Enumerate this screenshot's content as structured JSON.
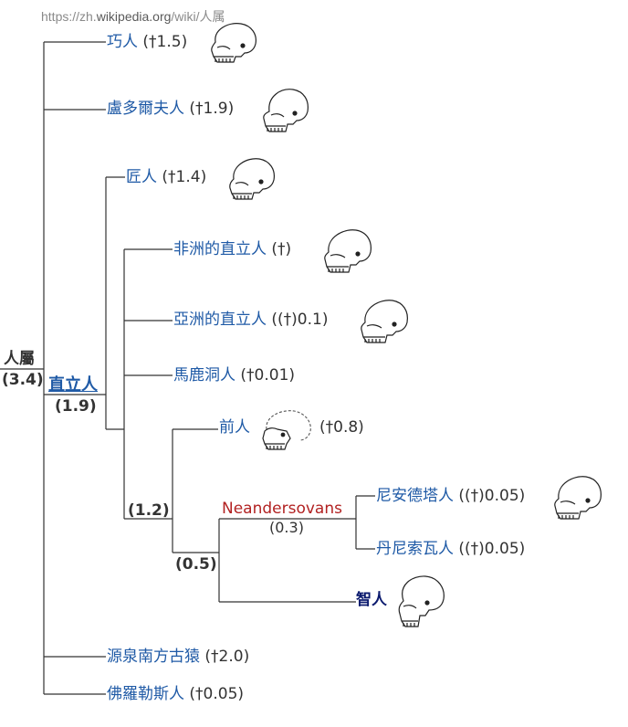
{
  "url": {
    "prefix": "https://zh.",
    "domain": "wikipedia.org",
    "path": "/wiki/人属"
  },
  "root": {
    "name": "人屬",
    "age": "(3.4)"
  },
  "clades": {
    "erectus": {
      "name": "直立人",
      "age": "(1.9)"
    },
    "c12": "(1.2)",
    "c05": "(0.5)",
    "neandersovans": {
      "name": "Neandersovans",
      "age": "(0.3)"
    }
  },
  "taxa": [
    {
      "id": "habilis",
      "name": "巧人",
      "extinct": "(†1.5)"
    },
    {
      "id": "rudolfensis",
      "name": "盧多爾夫人",
      "extinct": "(†1.9)"
    },
    {
      "id": "ergaster",
      "name": "匠人",
      "extinct": "(†1.4)"
    },
    {
      "id": "african-erectus",
      "name": "非洲的直立人",
      "extinct": "(†)"
    },
    {
      "id": "asian-erectus",
      "name": "亞洲的直立人",
      "extinct": "((†)0.1)"
    },
    {
      "id": "red-deer-cave",
      "name": "馬鹿洞人",
      "extinct": "(†0.01)"
    },
    {
      "id": "antecessor",
      "name": "前人",
      "extinct": "(†0.8)"
    },
    {
      "id": "neanderthal",
      "name": "尼安德塔人",
      "extinct": "((†)0.05)"
    },
    {
      "id": "denisovan",
      "name": "丹尼索瓦人",
      "extinct": "((†)0.05)"
    },
    {
      "id": "sapiens",
      "name": "智人",
      "extinct": ""
    },
    {
      "id": "naledi",
      "name": "源泉南方古猿",
      "extinct": "(†2.0)"
    },
    {
      "id": "floresiensis",
      "name": "佛羅勒斯人",
      "extinct": "(†0.05)"
    }
  ],
  "icons": {
    "skull": "skull-icon",
    "partial_skull": "partial-skull-icon"
  }
}
